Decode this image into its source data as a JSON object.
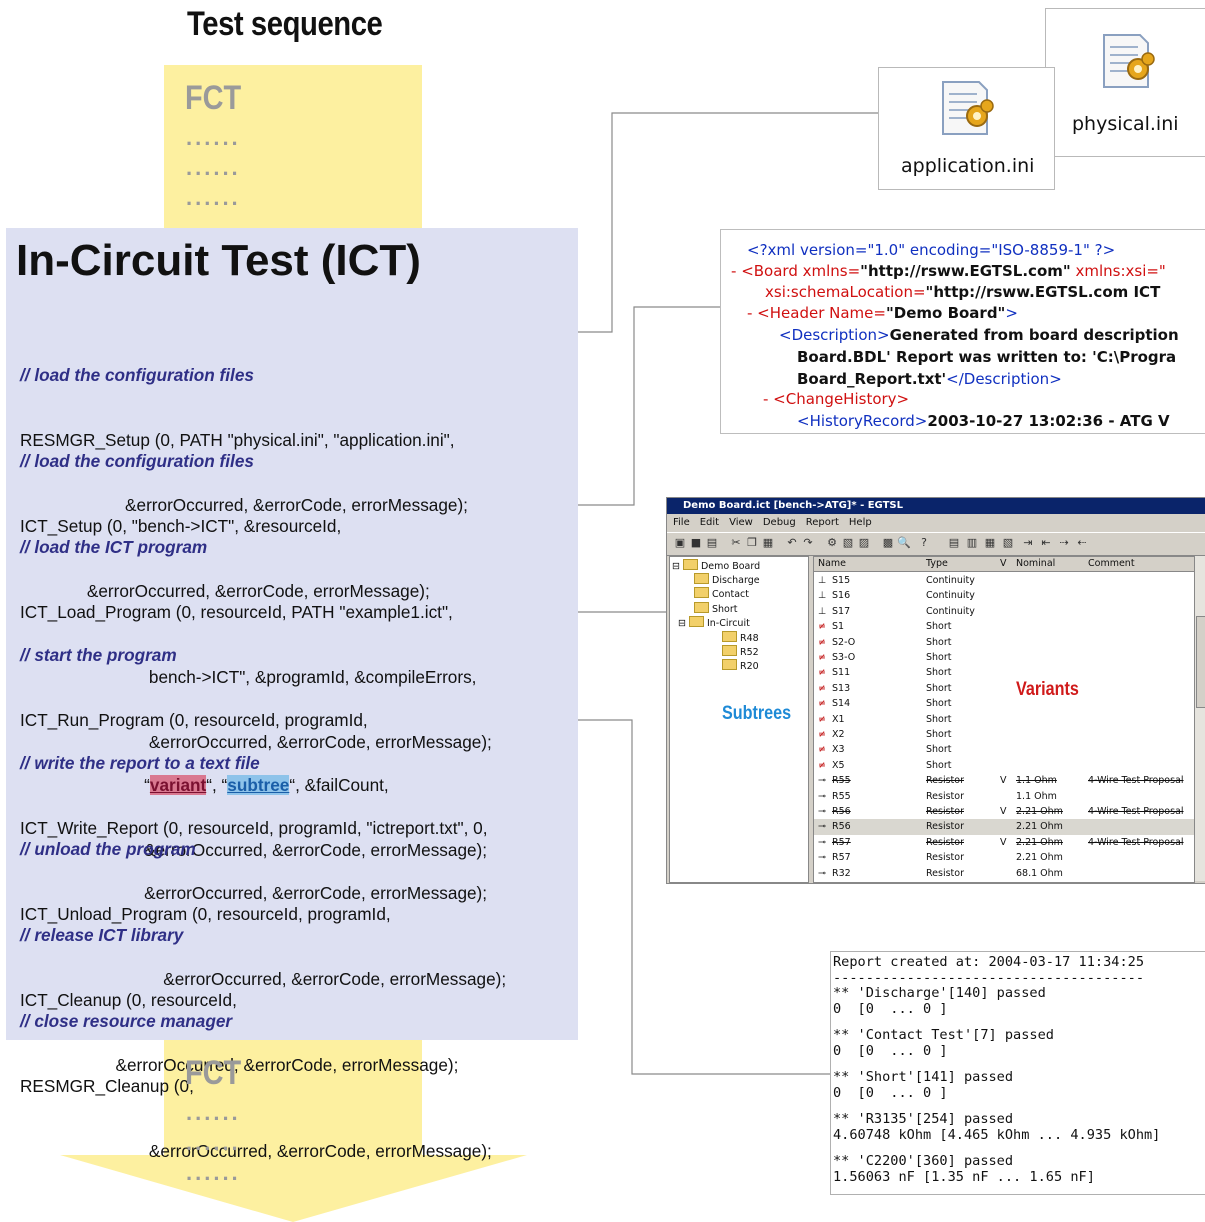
{
  "title": "Test sequence",
  "fct_top": {
    "label": "FCT",
    "dots": [
      "......",
      "......",
      "......"
    ]
  },
  "fct_bottom": {
    "label": "FCT",
    "dots": [
      "......",
      "......",
      "......"
    ]
  },
  "ict": {
    "title": "In-Circuit Test (ICT)",
    "steps": [
      {
        "comment": "// load the configuration files",
        "lines": [
          "RESMGR_Setup (0, PATH \"physical.ini\", \"application.ini\",",
          "                      &errorOccurred, &errorCode, errorMessage);"
        ]
      },
      {
        "comment": "// load the configuration files",
        "lines": [
          "ICT_Setup (0, \"bench->ICT\", &resourceId,",
          "              &errorOccurred, &errorCode, errorMessage);"
        ]
      },
      {
        "comment": "// load the ICT program",
        "lines": [
          "ICT_Load_Program (0, resourceId, PATH \"example1.ict\",",
          "                           bench->ICT\", &programId, &compileErrors,",
          "                           &errorOccurred, &errorCode, errorMessage);"
        ]
      },
      {
        "comment": "// start the program",
        "line1": "ICT_Run_Program (0, resourceId, programId,",
        "line2_pre": "                          “",
        "variant": "variant",
        "line2_mid": "“, “",
        "subtree": "subtree",
        "line2_post": "“, &failCount,",
        "line3": "                          &errorOccurred, &errorCode, errorMessage);"
      },
      {
        "comment": "// write the report to a text file",
        "lines": [
          "ICT_Write_Report (0, resourceId, programId, \"ictreport.txt\", 0,",
          "                          &errorOccurred, &errorCode, errorMessage);"
        ]
      },
      {
        "comment": "// unload the program",
        "lines": [
          "ICT_Unload_Program (0, resourceId, programId,",
          "                              &errorOccurred, &errorCode, errorMessage);"
        ]
      },
      {
        "comment": "// release ICT library",
        "lines": [
          "ICT_Cleanup (0, resourceId,",
          "                    &errorOccurred, &errorCode, errorMessage);"
        ]
      },
      {
        "comment": "// close resource manager",
        "lines": [
          "RESMGR_Cleanup (0,",
          "                           &errorOccurred, &errorCode, errorMessage);"
        ]
      }
    ]
  },
  "ini_files": {
    "application": "application.ini",
    "physical": "physical.ini"
  },
  "xml": {
    "line1": "<?xml version=\"1.0\" encoding=\"ISO-8859-1\" ?>",
    "line2_prefix": "- ",
    "line2_tag": "<Board ",
    "line2_attr": "xmlns=",
    "line2_val": "\"http://rsww.EGTSL.com\"",
    "line2_attr2": " xmlns:xsi=\"",
    "line3_attr": "xsi:schemaLocation=",
    "line3_val": "\"http://rsww.EGTSL.com ICT",
    "line4_tag": "- <Header Name=",
    "line4_val": "\"Demo Board\"",
    "line4_end": ">",
    "line5_tag": "<Description>",
    "line5_val": "Generated from board description",
    "line6_val": "Board.BDL' Report was written to: 'C:\\Progra",
    "line7_val": "Board_Report.txt'",
    "line7_end": "</Description>",
    "line8_tag": "- <ChangeHistory>",
    "line9_tag": "<HistoryRecord>",
    "line9_val": "2003-10-27 13:02:36 - ATG V"
  },
  "app": {
    "window_title": "Demo Board.ict [bench->ATG]* - EGTSL",
    "menu": [
      "File",
      "Edit",
      "View",
      "Debug",
      "Report",
      "Help"
    ],
    "tree": [
      "Demo Board",
      "Discharge",
      "Contact",
      "Short",
      "In-Circuit",
      "R48",
      "R52",
      "R20"
    ],
    "columns": [
      "Name",
      "Type",
      "V",
      "Nominal",
      "Comment"
    ],
    "rows": [
      {
        "name": "S15",
        "type": "Continuity",
        "v": "",
        "nominal": "",
        "comment": "",
        "struck": false
      },
      {
        "name": "S16",
        "type": "Continuity",
        "v": "",
        "nominal": "",
        "comment": "",
        "struck": false
      },
      {
        "name": "S17",
        "type": "Continuity",
        "v": "",
        "nominal": "",
        "comment": "",
        "struck": false
      },
      {
        "name": "S1",
        "type": "Short",
        "v": "",
        "nominal": "",
        "comment": "",
        "struck": false
      },
      {
        "name": "S2-O",
        "type": "Short",
        "v": "",
        "nominal": "",
        "comment": "",
        "struck": false
      },
      {
        "name": "S3-O",
        "type": "Short",
        "v": "",
        "nominal": "",
        "comment": "",
        "struck": false
      },
      {
        "name": "S11",
        "type": "Short",
        "v": "",
        "nominal": "",
        "comment": "",
        "struck": false
      },
      {
        "name": "S13",
        "type": "Short",
        "v": "",
        "nominal": "",
        "comment": "",
        "struck": false
      },
      {
        "name": "S14",
        "type": "Short",
        "v": "",
        "nominal": "",
        "comment": "",
        "struck": false
      },
      {
        "name": "X1",
        "type": "Short",
        "v": "",
        "nominal": "",
        "comment": "",
        "struck": false
      },
      {
        "name": "X2",
        "type": "Short",
        "v": "",
        "nominal": "",
        "comment": "",
        "struck": false
      },
      {
        "name": "X3",
        "type": "Short",
        "v": "",
        "nominal": "",
        "comment": "",
        "struck": false
      },
      {
        "name": "X5",
        "type": "Short",
        "v": "",
        "nominal": "",
        "comment": "",
        "struck": false
      },
      {
        "name": "R55",
        "type": "Resistor",
        "v": "V",
        "nominal": "1.1 Ohm",
        "comment": "4-Wire Test Proposal",
        "struck": true
      },
      {
        "name": "R55",
        "type": "Resistor",
        "v": "",
        "nominal": "1.1 Ohm",
        "comment": "",
        "struck": false
      },
      {
        "name": "R56",
        "type": "Resistor",
        "v": "V",
        "nominal": "2.21 Ohm",
        "comment": "4-Wire Test Proposal",
        "struck": true
      },
      {
        "name": "R56",
        "type": "Resistor",
        "v": "",
        "nominal": "2.21 Ohm",
        "comment": "",
        "struck": false,
        "selected": true
      },
      {
        "name": "R57",
        "type": "Resistor",
        "v": "V",
        "nominal": "2.21 Ohm",
        "comment": "4-Wire Test Proposal",
        "struck": true
      },
      {
        "name": "R57",
        "type": "Resistor",
        "v": "",
        "nominal": "2.21 Ohm",
        "comment": "",
        "struck": false
      },
      {
        "name": "R32",
        "type": "Resistor",
        "v": "",
        "nominal": "68.1 Ohm",
        "comment": "",
        "struck": false
      }
    ]
  },
  "labels": {
    "variants": "Variants",
    "subtrees": "Subtrees"
  },
  "report": {
    "lines": [
      "Report created at: 2004-03-17 11:34:25",
      "--------------------------------------",
      "** 'Discharge'[140] passed",
      "0  [0  ... 0 ]",
      "",
      "** 'Contact Test'[7] passed",
      "0  [0  ... 0 ]",
      "",
      "** 'Short'[141] passed",
      "0  [0  ... 0 ]",
      "",
      "** 'R3135'[254] passed",
      "4.60748 kOhm [4.465 kOhm ... 4.935 kOhm]",
      "",
      "** 'C2200'[360] passed",
      "1.56063 nF [1.35 nF ... 1.65 nF]"
    ]
  },
  "colors": {
    "fct": "#fdf0a0",
    "ict_bg": "#dde0f2",
    "comment": "#2f2f86",
    "variant": "#d01a1a",
    "subtree": "#1e8ad6"
  }
}
